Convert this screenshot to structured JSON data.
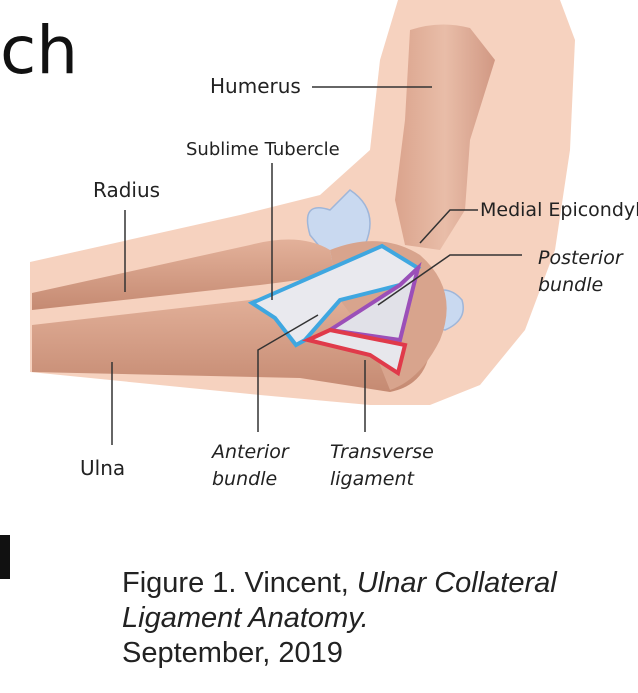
{
  "slide_fragment": {
    "top_text": "ch"
  },
  "labels": {
    "humerus": "Humerus",
    "sublime_tubercle": "Sublime Tubercle",
    "radius": "Radius",
    "medial_epicondyle": "Medial Epicondyle",
    "posterior_bundle_1": "Posterior",
    "posterior_bundle_2": "bundle",
    "anterior_bundle_1": "Anterior",
    "anterior_bundle_2": "bundle",
    "transverse_ligament_1": "Transverse",
    "transverse_ligament_2": "ligament",
    "ulna": "Ulna"
  },
  "caption": {
    "figure": "Figure 1.",
    "author": " Vincent, ",
    "title": "Ulnar Collateral Ligament Anatomy.",
    "date": "September, 2019"
  },
  "colors": {
    "skin": "#f6d2bf",
    "bone": "#d59c83",
    "cartilage": "#c9d9f0",
    "anterior_outline": "#3fa7e0",
    "posterior_outline": "#9b4fb8",
    "transverse_outline": "#e03a4a"
  }
}
